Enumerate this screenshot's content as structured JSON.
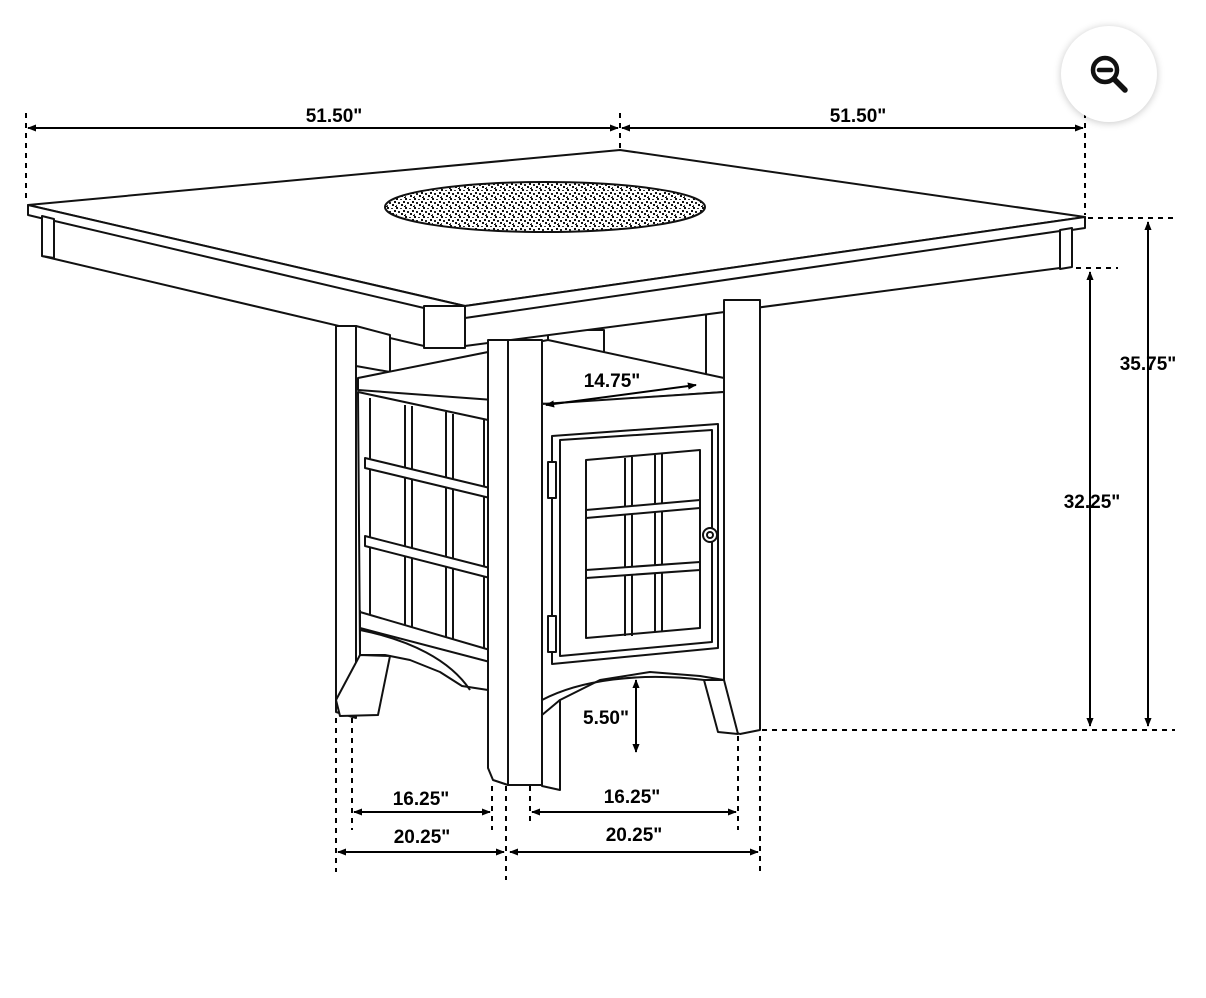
{
  "zoom": {
    "icon": "zoom-out-icon"
  },
  "dimensions": {
    "top_width_left": "51.50\"",
    "top_width_right": "51.50\"",
    "total_height": "35.75\"",
    "base_height": "32.25\"",
    "shelf_depth": "14.75\"",
    "leg_clearance": "5.50\"",
    "inner_left": "16.25\"",
    "inner_right": "16.25\"",
    "outer_left": "20.25\"",
    "outer_right": "20.25\""
  }
}
